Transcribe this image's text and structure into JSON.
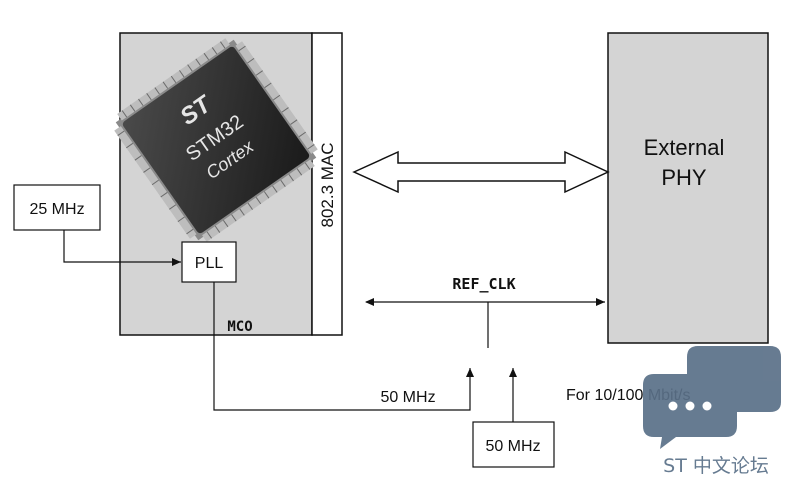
{
  "mcu": {
    "chip_logo": "ST",
    "chip_model": "STM32",
    "chip_core": "Cortex",
    "mac_label": "802.3 MAC",
    "mco_label": "MCO"
  },
  "clock_source": {
    "label": "25 MHz"
  },
  "pll": {
    "label": "PLL"
  },
  "phy": {
    "line1": "External",
    "line2": "PHY"
  },
  "ref_clk": {
    "label": "REF_CLK"
  },
  "mco_output": {
    "label": "50 MHz"
  },
  "external_clock": {
    "label": "50 MHz"
  },
  "mode_note": {
    "label": "For 10/100 Mbit/s"
  },
  "watermark": {
    "text": "ST 中文论坛",
    "color": "#5a7088"
  },
  "colors": {
    "block_fill": "#d4d4d4",
    "line": "#111111"
  }
}
